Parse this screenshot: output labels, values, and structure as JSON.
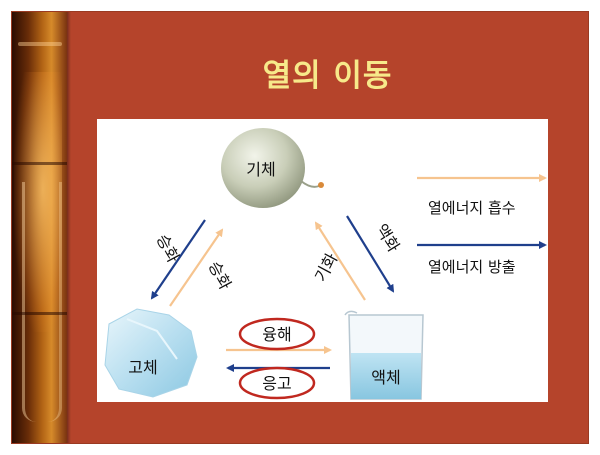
{
  "slide": {
    "title": "열의 이동"
  },
  "diagram": {
    "states": {
      "gas": "기체",
      "solid": "고체",
      "liquid": "액체"
    },
    "transitions": {
      "sublimation_down": "승화",
      "sublimation_up": "승화",
      "liquefaction": "액화",
      "vaporization": "기화",
      "melting": "융해",
      "freezing": "응고"
    },
    "legend": {
      "absorb": "열에너지 흡수",
      "release": "열에너지 방출"
    },
    "colors": {
      "absorb_arrow": "#f6c48f",
      "release_arrow": "#1f3f8c",
      "circle_outline": "#c0281f",
      "background": "#b5442b",
      "title": "#f7e98a"
    }
  }
}
